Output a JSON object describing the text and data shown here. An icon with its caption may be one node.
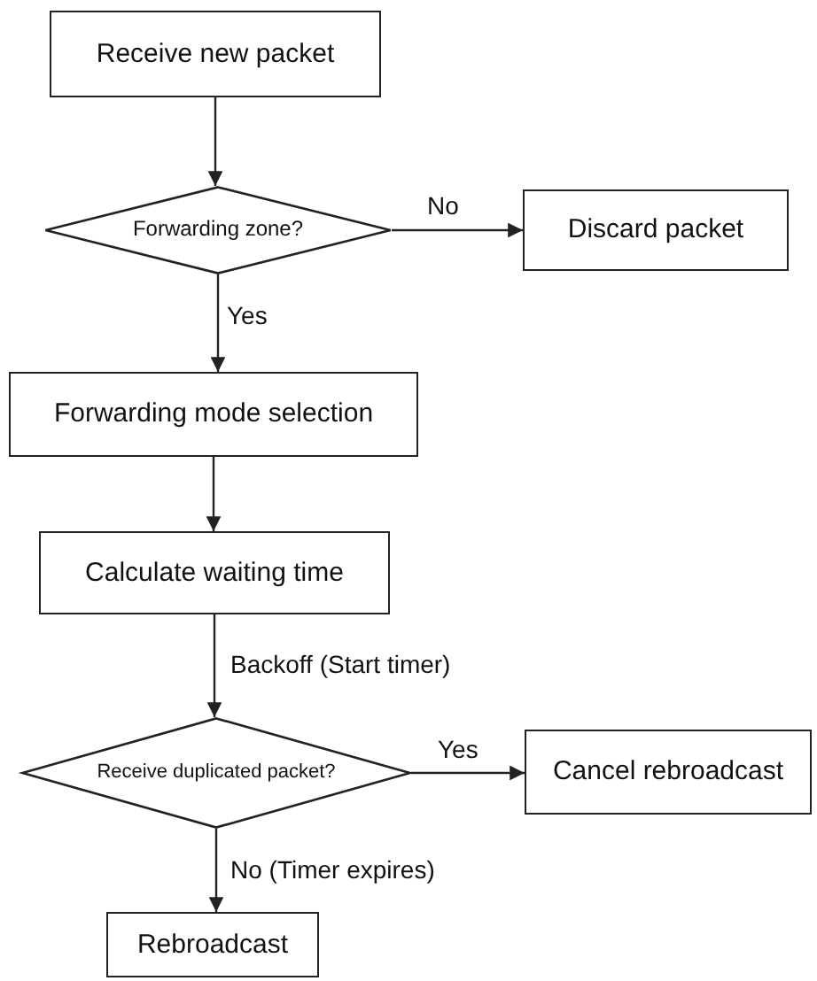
{
  "diagram": {
    "nodes": [
      {
        "text": [
          "Receive new packet"
        ]
      },
      {
        "text": [
          "Forwarding zone?"
        ]
      },
      {
        "text": [
          "Discard packet"
        ]
      },
      {
        "text": [
          "Forwarding mode selection"
        ]
      },
      {
        "text": [
          "Calculate waiting time"
        ]
      },
      {
        "text": [
          "Receive duplicated packet?"
        ]
      },
      {
        "text": [
          "Cancel rebroadcast"
        ]
      },
      {
        "text": [
          "Rebroadcast"
        ]
      }
    ],
    "edges": [
      {
        "from": 0,
        "to": 1,
        "arrow": "to"
      },
      {
        "from": 1,
        "to": 2,
        "arrow": "to",
        "label": "No"
      },
      {
        "from": 1,
        "to": 3,
        "arrow": "to",
        "label": "Yes"
      },
      {
        "from": 3,
        "to": 4,
        "arrow": "to"
      },
      {
        "from": 4,
        "to": 5,
        "arrow": "to",
        "label": "Backoff (Start timer)"
      },
      {
        "from": 5,
        "to": 6,
        "arrow": "to",
        "label": "Yes"
      },
      {
        "from": 5,
        "to": 7,
        "arrow": "to",
        "label": "No (Timer expires)"
      }
    ]
  }
}
